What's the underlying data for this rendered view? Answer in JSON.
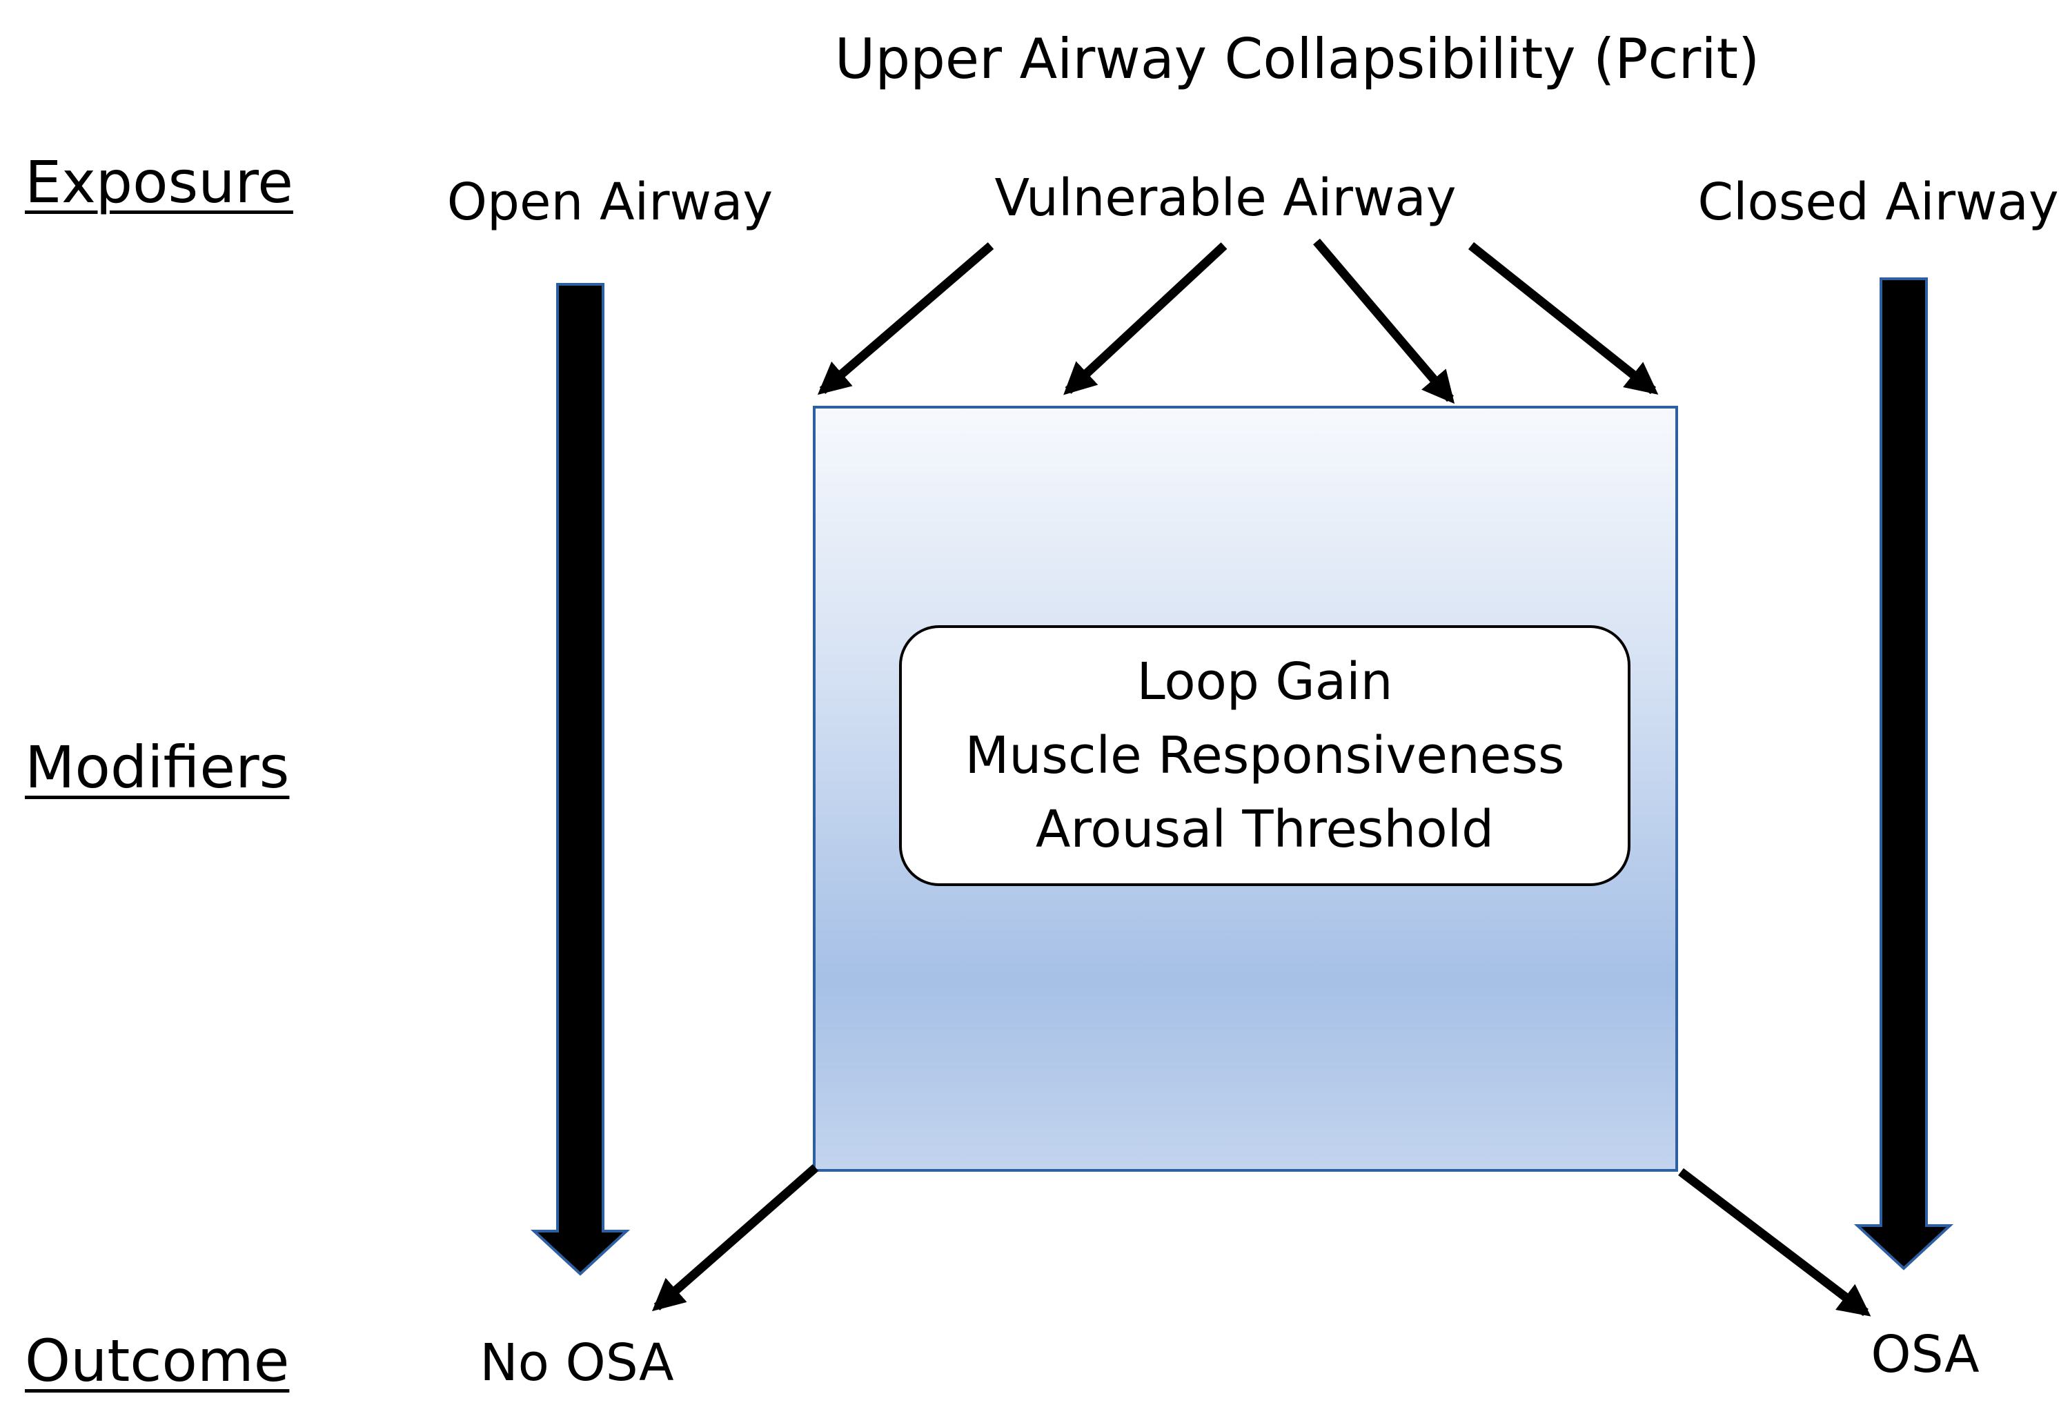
{
  "diagram": {
    "title": "Upper Airway Collapsibility (Pcrit)",
    "row_labels": {
      "exposure": "Exposure",
      "modifiers": "Modifiers",
      "outcome": "Outcome"
    },
    "exposures": {
      "open": "Open Airway",
      "vulnerable": "Vulnerable Airway",
      "closed": "Closed Airway"
    },
    "modifiers": [
      "Loop Gain",
      "Muscle Responsiveness",
      "Arousal Threshold"
    ],
    "outcomes": {
      "no_osa": "No OSA",
      "osa": "OSA"
    },
    "colors": {
      "panel_gradient_top": "#f7f9fd",
      "panel_gradient_mid": "#a6c0e6",
      "panel_border": "#2e5fa1",
      "arrow_fill": "#000000",
      "arrow_outline": "#2e5fa1"
    }
  }
}
